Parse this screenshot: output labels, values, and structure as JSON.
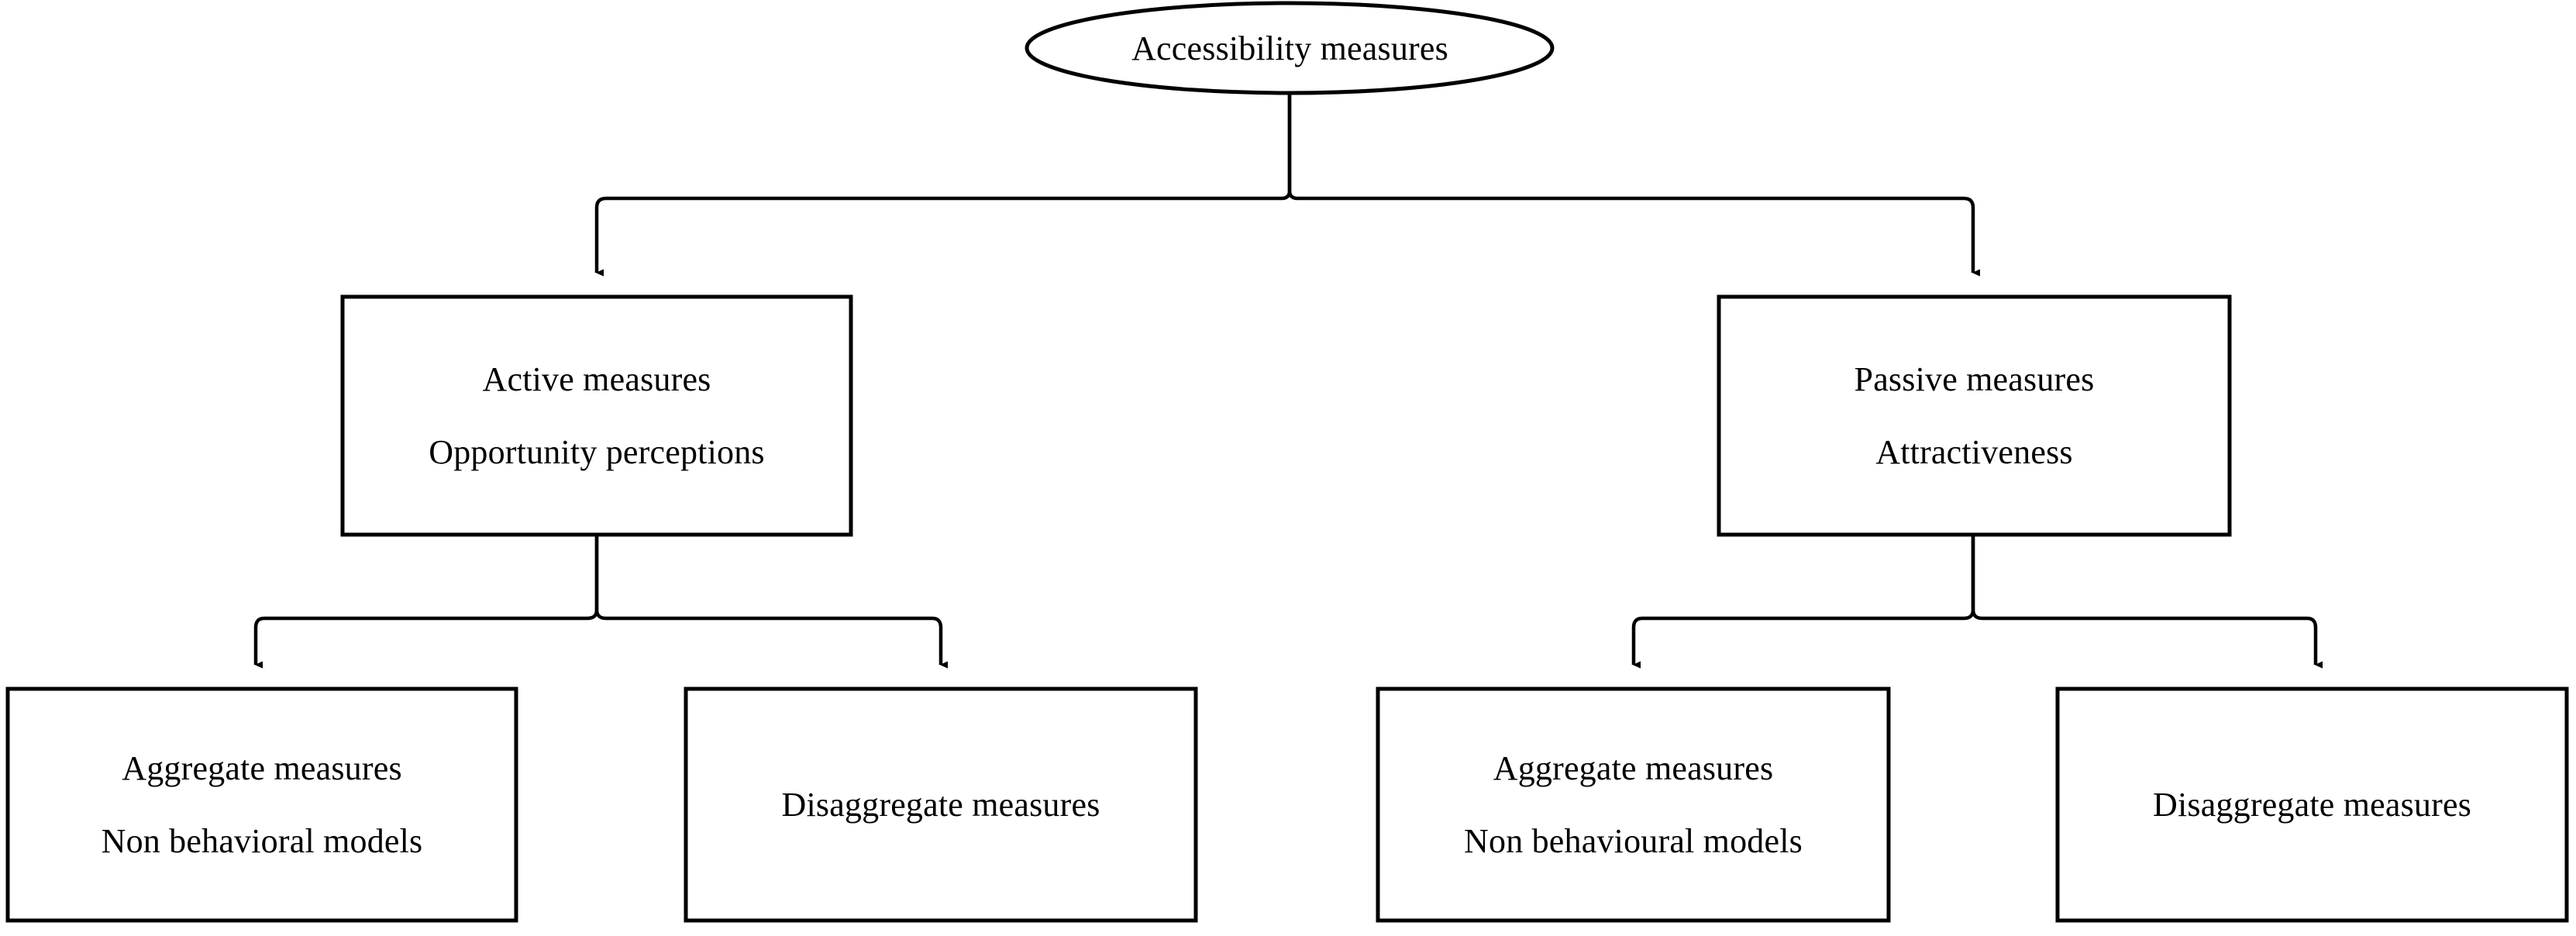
{
  "diagram": {
    "title": "Accessibility measures",
    "background_color": "#ffffff",
    "stroke_color": "#000000",
    "text_color": "#000000",
    "root": {
      "shape": "ellipse",
      "label": "Accessibility measures"
    },
    "branches": [
      {
        "shape": "rectangle",
        "line1": "Active measures",
        "line2": "Opportunity perceptions"
      },
      {
        "shape": "rectangle",
        "line1": "Passive measures",
        "line2": "Attractiveness"
      }
    ],
    "leaves": [
      {
        "shape": "rectangle",
        "line1": "Aggregate measures",
        "line2": "Non behavioral models",
        "parent": "Active measures"
      },
      {
        "shape": "rectangle",
        "line1": "Disaggregate measures",
        "line2": "",
        "parent": "Active measures"
      },
      {
        "shape": "rectangle",
        "line1": "Aggregate measures",
        "line2": "Non behavioural models",
        "parent": "Passive measures"
      },
      {
        "shape": "rectangle",
        "line1": "Disaggregate measures",
        "line2": "",
        "parent": "Passive measures"
      }
    ],
    "connectors": [
      {
        "from": "Accessibility measures",
        "to": "Active measures",
        "arrow": "down"
      },
      {
        "from": "Accessibility measures",
        "to": "Passive measures",
        "arrow": "down"
      },
      {
        "from": "Active measures",
        "to": "Aggregate measures",
        "arrow": "down"
      },
      {
        "from": "Active measures",
        "to": "Disaggregate measures",
        "arrow": "down"
      },
      {
        "from": "Passive measures",
        "to": "Aggregate measures",
        "arrow": "down"
      },
      {
        "from": "Passive measures",
        "to": "Disaggregate measures",
        "arrow": "down"
      }
    ]
  }
}
